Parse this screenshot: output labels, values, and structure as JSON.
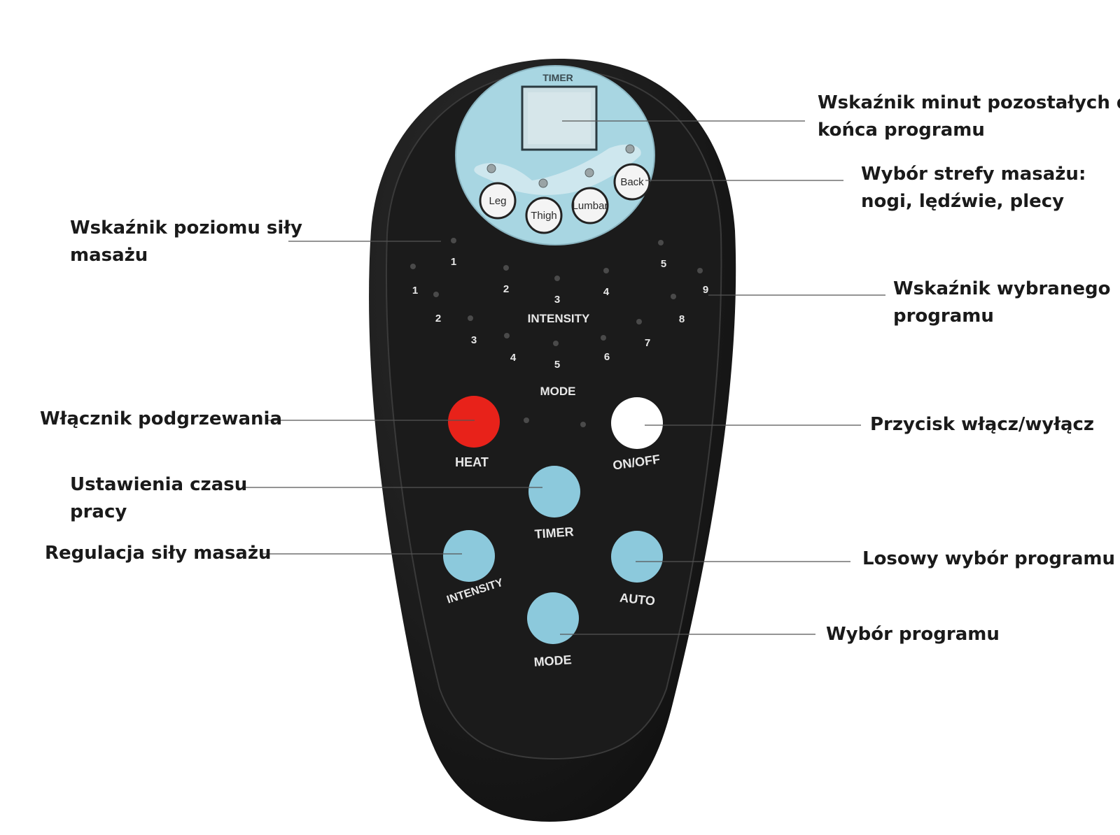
{
  "remote": {
    "display_title": "TIMER",
    "zone_buttons": [
      "Leg",
      "Thigh",
      "Lumbar",
      "Back"
    ],
    "intensity_numbers": [
      "1",
      "2",
      "3",
      "4",
      "5"
    ],
    "intensity_label": "INTENSITY",
    "mode_numbers": [
      "1",
      "2",
      "3",
      "4",
      "5",
      "6",
      "7",
      "8",
      "9"
    ],
    "mode_label": "MODE",
    "buttons": {
      "heat": "HEAT",
      "onoff": "ON/OFF",
      "timer": "TIMER",
      "intensity": "INTENSITY",
      "auto": "AUTO",
      "mode": "MODE"
    },
    "colors": {
      "heat_button": "#e8221a",
      "onoff_button": "#ffffff",
      "blue_button": "#8cc9dc",
      "panel": "#a8d6e2",
      "body": "#151515"
    }
  },
  "callouts": {
    "timer_display": [
      "Wskaźnik minut pozostałych do",
      "końca programu"
    ],
    "zone_select": [
      "Wybór strefy masażu:",
      "nogi, lędźwie, plecy"
    ],
    "intensity_indicator": [
      "Wskaźnik poziomu siły",
      "masażu"
    ],
    "mode_indicator": [
      "Wskaźnik wybranego",
      "programu"
    ],
    "heat": [
      "Włącznik podgrzewania"
    ],
    "onoff": [
      "Przycisk włącz/wyłącz"
    ],
    "timer": [
      "Ustawienia czasu",
      "pracy"
    ],
    "intensity": [
      "Regulacja siły masażu"
    ],
    "auto": [
      "Losowy wybór programu"
    ],
    "mode": [
      "Wybór programu"
    ]
  }
}
